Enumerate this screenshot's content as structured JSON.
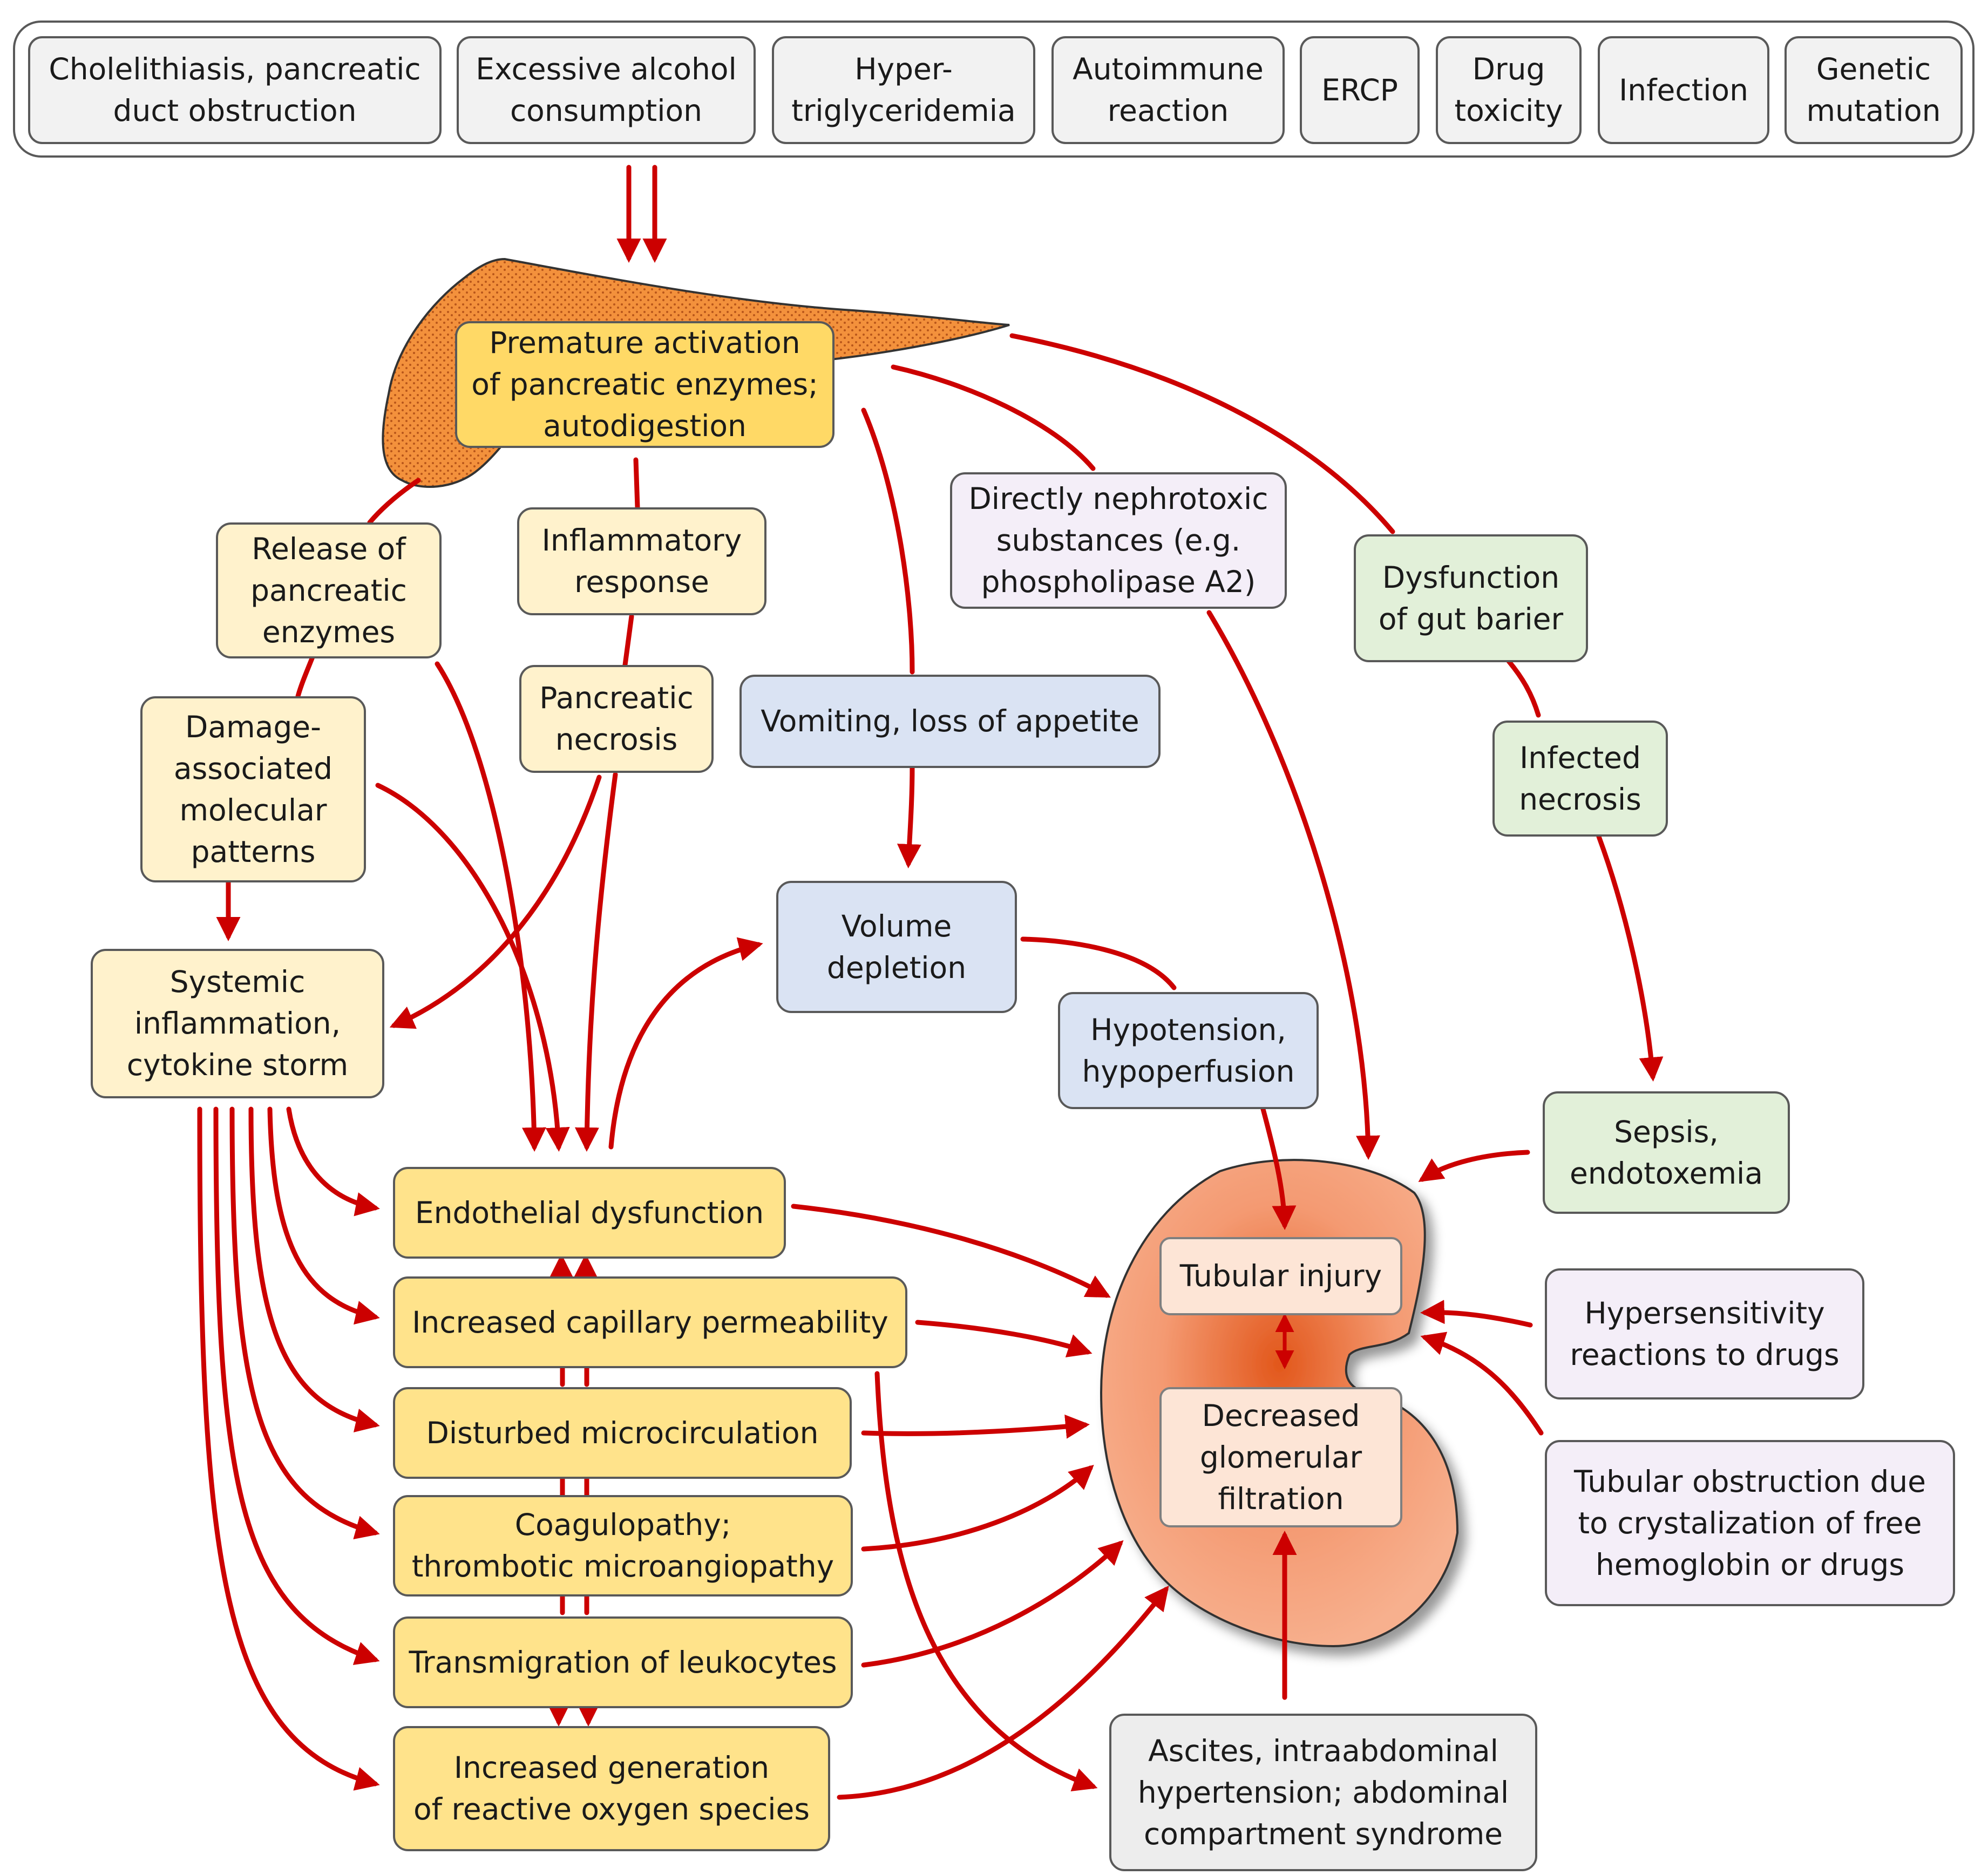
{
  "colors": {
    "arrow": "#cc0000",
    "pancreas": "#f3913c",
    "kidney": "#f38a5a",
    "cause_box": "#f2f2f2",
    "yellow_box": "#ffe38b",
    "cream_box": "#fff2cc",
    "blue_box": "#dae3f3",
    "green_box": "#e2f0d9",
    "lilac_box": "#f4eef8",
    "grey_box": "#ededed",
    "kidney_inner_box": "#fde5d6"
  },
  "causes": [
    "Cholelithiasis, pancreatic\nduct obstruction",
    "Excessive alcohol\nconsumption",
    "Hyper-\ntriglyceridemia",
    "Autoimmune\nreaction",
    "ERCP",
    "Drug\ntoxicity",
    "Infection",
    "Genetic\nmutation"
  ],
  "nodes": {
    "premature_activation": "Premature activation\nof pancreatic enzymes;\nautodigestion",
    "release_enzymes": "Release of\npancreatic\nenzymes",
    "inflammatory_response": "Inflammatory\nresponse",
    "pancreatic_necrosis": "Pancreatic\nnecrosis",
    "damps": "Damage-\nassociated\nmolecular\npatterns",
    "systemic_inflammation": "Systemic\ninflammation,\ncytokine storm",
    "nephrotoxic": "Directly nephrotoxic\nsubstances (e.g.\nphospholipase A2)",
    "vomiting": "Vomiting, loss of appetite",
    "volume_depletion": "Volume\ndepletion",
    "hypotension": "Hypotension,\nhypoperfusion",
    "gut_barrier": "Dysfunction\nof gut barier",
    "infected_necrosis": "Infected\nnecrosis",
    "sepsis": "Sepsis,\nendotoxemia",
    "endothelial": "Endothelial dysfunction",
    "capillary": "Increased capillary permeability",
    "microcirculation": "Disturbed microcirculation",
    "coagulopathy": "Coagulopathy;\nthrombotic microangiopathy",
    "leukocytes": "Transmigration of leukocytes",
    "ros": "Increased generation\nof reactive oxygen species",
    "tubular_injury": "Tubular injury",
    "glomerular": "Decreased\nglomerular\nfiltration",
    "hypersensitivity": "Hypersensitivity\nreactions to drugs",
    "tubular_obstruction": "Tubular obstruction  due\nto crystalization of free\nhemoglobin or drugs",
    "ascites": "Ascites, intraabdominal\nhypertension; abdominal\ncompartment syndrome"
  }
}
